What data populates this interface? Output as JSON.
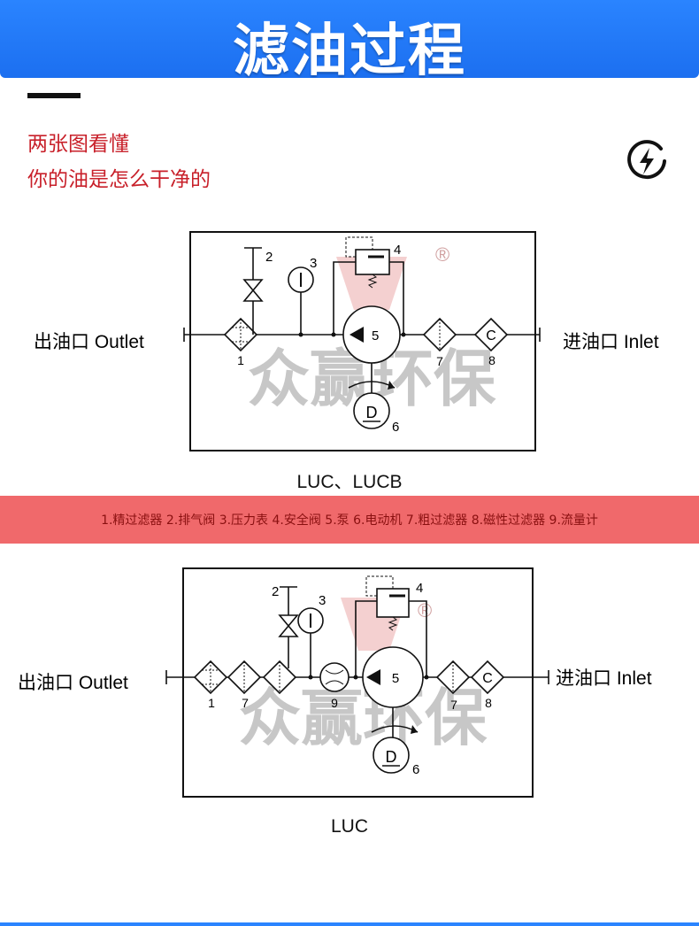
{
  "header": {
    "title": "滤油过程",
    "color": "#2a84ff"
  },
  "intro": {
    "line1": "两张图看懂",
    "line2": "你的油是怎么干净的",
    "color": "#c8202a"
  },
  "icons": {
    "top_right": "lightning-bolt-icon"
  },
  "watermark": {
    "text": "众赢环保",
    "registered": "®"
  },
  "diagram1": {
    "outlet_label": "出油口 Outlet",
    "inlet_label": "进油口 Inlet",
    "caption": "LUC、LUCB",
    "numbers": {
      "n1": "1",
      "n2": "2",
      "n3": "3",
      "n4": "4",
      "n5": "5",
      "n6": "6",
      "n7": "7",
      "n8": "8",
      "motor": "D",
      "magnet": "C"
    }
  },
  "legend": {
    "text": "1.精过滤器  2.排气阀   3.压力表  4.安全阀  5.泵  6.电动机  7.粗过滤器  8.磁性过滤器  9.流量计",
    "band_color": "#f0696b"
  },
  "diagram2": {
    "outlet_label": "出油口 Outlet",
    "inlet_label": "进油口 Inlet",
    "caption": "LUC",
    "numbers": {
      "n1": "1",
      "n2": "2",
      "n3": "3",
      "n4": "4",
      "n5": "5",
      "n6": "6",
      "n7a": "7",
      "n7b": "7",
      "n8": "8",
      "n9": "9",
      "motor": "D",
      "magnet": "C"
    }
  }
}
